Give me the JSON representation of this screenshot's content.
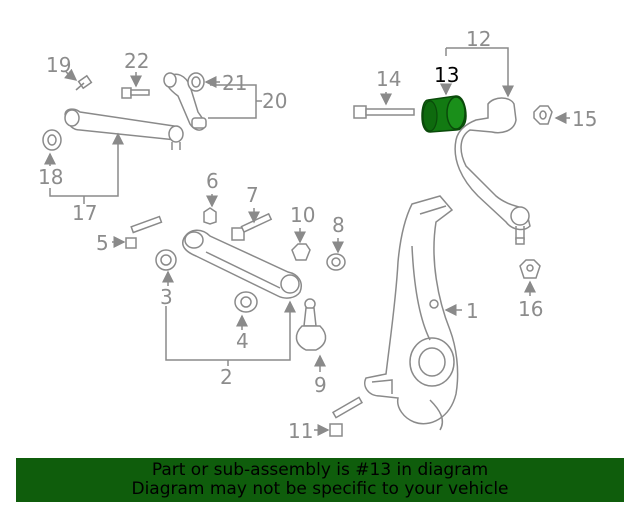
{
  "labels": {
    "l1": "1",
    "l2": "2",
    "l3": "3",
    "l4": "4",
    "l5": "5",
    "l6": "6",
    "l7": "7",
    "l8": "8",
    "l9": "9",
    "l10": "10",
    "l11": "11",
    "l12": "12",
    "l13": "13",
    "l14": "14",
    "l15": "15",
    "l16": "16",
    "l17": "17",
    "l18": "18",
    "l19": "19",
    "l20": "20",
    "l21": "21",
    "l22": "22"
  },
  "highlighted_part": "13",
  "colors": {
    "highlight": "#127a12",
    "banner": "#0f5d0c",
    "line": "#8a8a8a"
  },
  "banner": {
    "line1": "Part or sub-assembly is #13 in diagram",
    "line2": "Diagram may not be specific to your vehicle"
  }
}
